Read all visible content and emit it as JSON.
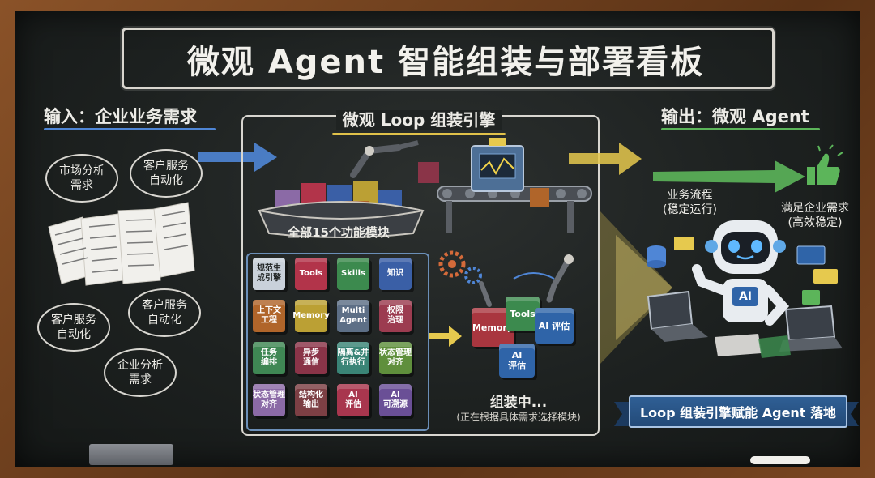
{
  "title": "微观 Agent 智能组装与部署看板",
  "input": {
    "header": "输入：企业业务需求",
    "needs": [
      "市场分析\n需求",
      "客户服务\n自动化",
      "客户服务\n自动化",
      "客户服务\n自动化",
      "企业分析\n需求"
    ]
  },
  "engine": {
    "header": "微观 Loop 组装引擎",
    "pool_label": "全部15个功能模块",
    "modules": [
      {
        "label": "规范生\n成引擎",
        "color": "#c9d1da"
      },
      {
        "label": "Tools",
        "color": "#b2344a"
      },
      {
        "label": "Skills",
        "color": "#3c8a4e"
      },
      {
        "label": "知识",
        "color": "#3a5fa6"
      },
      {
        "label": "上下文\n工程",
        "color": "#b0652a"
      },
      {
        "label": "Memory",
        "color": "#bba034"
      },
      {
        "label": "Multi\nAgent",
        "color": "#5d6f86"
      },
      {
        "label": "权限\n治理",
        "color": "#9c3c50"
      },
      {
        "label": "任务\n编排",
        "color": "#3f8754"
      },
      {
        "label": "异步\n通信",
        "color": "#8a3448"
      },
      {
        "label": "隔离&并\n行执行",
        "color": "#3a8476"
      },
      {
        "label": "状态管理\n对齐",
        "color": "#5f8f3c"
      },
      {
        "label": "状态管理\n对齐",
        "color": "#8b6aa6"
      },
      {
        "label": "结构化\n输出",
        "color": "#7c3f44"
      },
      {
        "label": "AI\n评估",
        "color": "#a8364e"
      },
      {
        "label": "AI\n可溯源",
        "color": "#6a4f96"
      }
    ],
    "assembly_cubes": [
      {
        "label": "Memory",
        "color": "#a9363f"
      },
      {
        "label": "Tools",
        "color": "#3c8a4e"
      },
      {
        "label": "AI 评估",
        "color": "#2f64a8"
      },
      {
        "label": "AI\n评估",
        "color": "#2f64a8"
      }
    ],
    "status": "组装中...",
    "status_sub": "(正在根据具体需求选择模块)"
  },
  "output": {
    "header": "输出：微观 Agent",
    "flow_label": "业务流程\n(稳定运行)",
    "meet_label": "满足企业需求\n(高效稳定)",
    "robot_badge": "AI",
    "banner": "Loop 组装引擎赋能 Agent 落地"
  },
  "colors": {
    "input_underline": "#4f86d6",
    "engine_underline": "#e1c24a",
    "output_underline": "#5cb55a",
    "arrow_blue": "#4f86d6",
    "arrow_yellow": "#e6c94e",
    "arrow_green": "#5cb55a"
  }
}
